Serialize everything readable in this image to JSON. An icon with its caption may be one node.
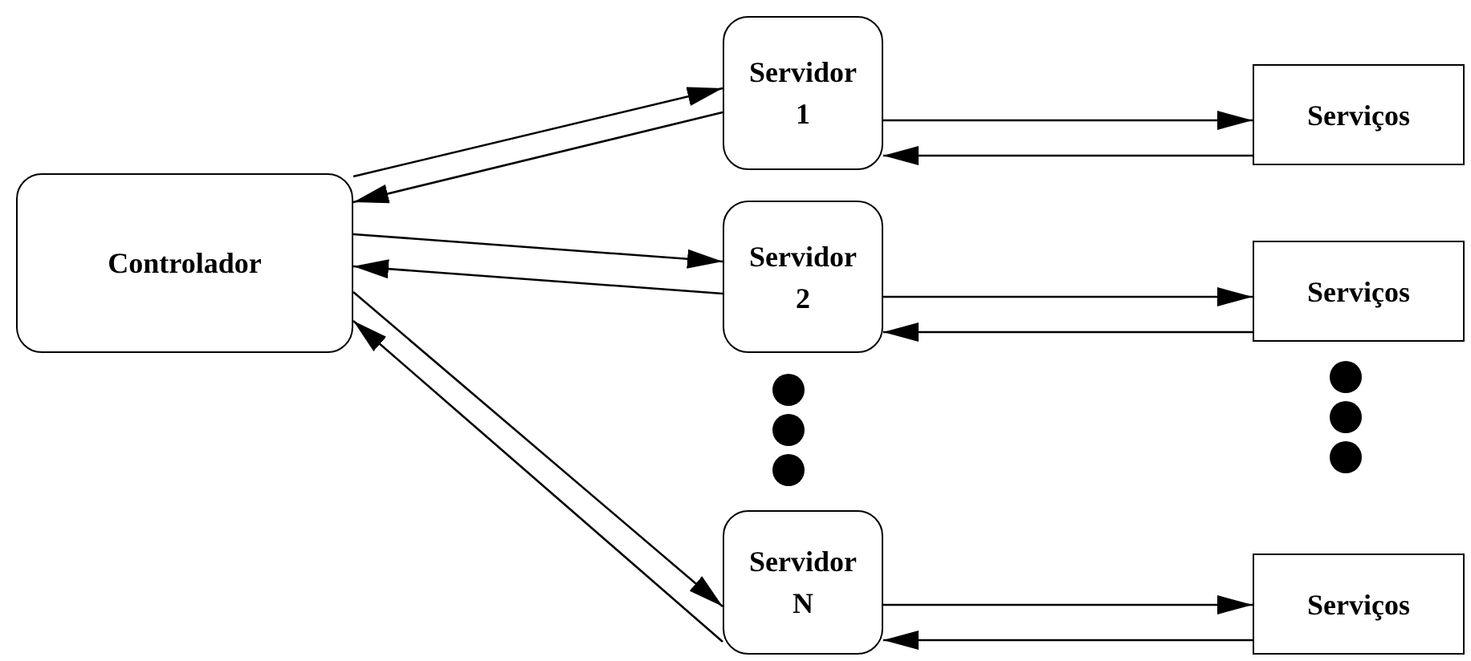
{
  "diagram": {
    "nodes": [
      {
        "text": [
          "Controlador"
        ]
      },
      {
        "text": [
          "Servidor 1"
        ]
      },
      {
        "text": [
          "Servidor 2"
        ]
      },
      {
        "text": [
          "Servidor N"
        ]
      },
      {
        "text": [
          "Serviços"
        ]
      },
      {
        "text": [
          "Serviços"
        ]
      },
      {
        "text": [
          "Serviços"
        ]
      }
    ],
    "edges": [
      {
        "from": 0,
        "to": 1,
        "arrow": "to"
      },
      {
        "from": 1,
        "to": 0,
        "arrow": "to"
      },
      {
        "from": 0,
        "to": 2,
        "arrow": "to"
      },
      {
        "from": 2,
        "to": 0,
        "arrow": "to"
      },
      {
        "from": 0,
        "to": 3,
        "arrow": "to"
      },
      {
        "from": 3,
        "to": 0,
        "arrow": "to"
      },
      {
        "from": 1,
        "to": 4,
        "arrow": "to"
      },
      {
        "from": 4,
        "to": 1,
        "arrow": "to"
      },
      {
        "from": 2,
        "to": 5,
        "arrow": "to"
      },
      {
        "from": 5,
        "to": 2,
        "arrow": "to"
      },
      {
        "from": 3,
        "to": 6,
        "arrow": "to"
      },
      {
        "from": 6,
        "to": 3,
        "arrow": "to"
      }
    ]
  }
}
